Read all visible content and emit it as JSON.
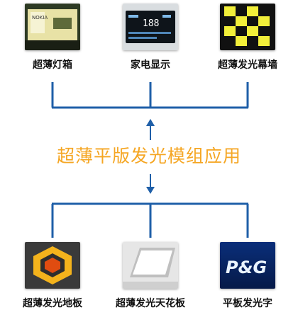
{
  "title": "超薄平版发光模组应用",
  "colors": {
    "line": "#1f5fa8",
    "title": "#f5a623"
  },
  "top_items": [
    {
      "label": "超薄灯箱",
      "image": "lightbox-photo",
      "thumb_text": "NOKIA"
    },
    {
      "label": "家电显示",
      "image": "lcd-display-photo",
      "thumb_text": "188"
    },
    {
      "label": "超薄发光幕墙",
      "image": "checker-wall-photo"
    }
  ],
  "bottom_items": [
    {
      "label": "超薄发光地板",
      "image": "hexagon-floor-photo"
    },
    {
      "label": "超薄发光天花板",
      "image": "ceiling-panel-photo"
    },
    {
      "label": "平板发光字",
      "image": "pg-logo-photo",
      "thumb_text": "P&G"
    }
  ]
}
